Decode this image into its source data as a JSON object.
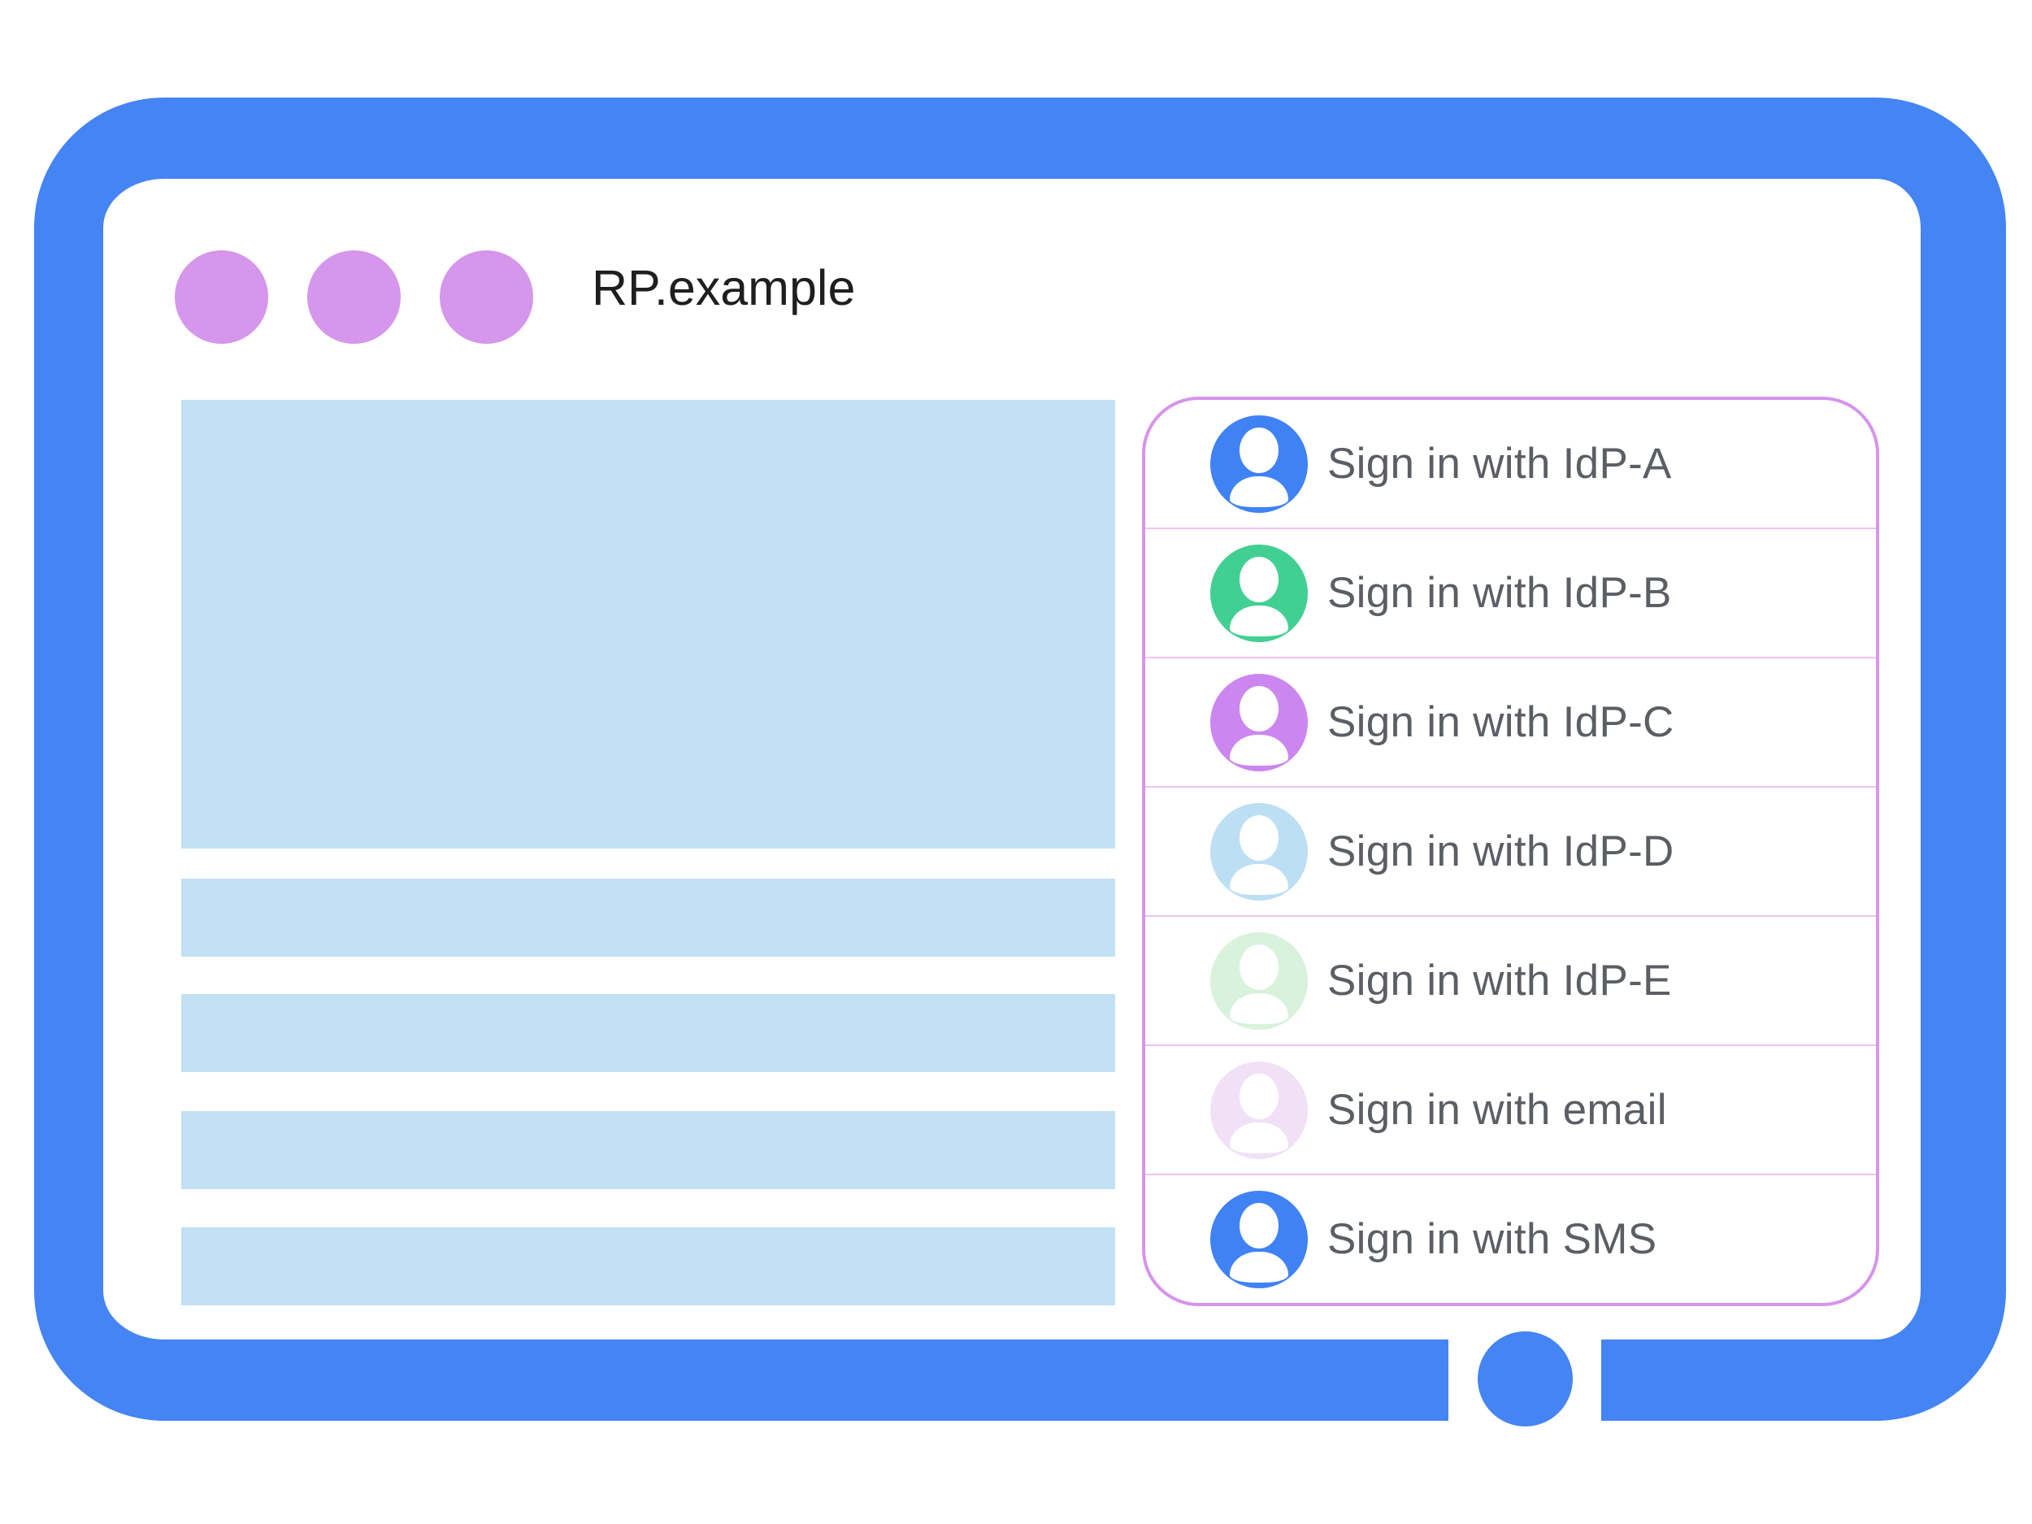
{
  "window": {
    "title": "RP.example",
    "dots_count": 3
  },
  "signin": {
    "options": [
      {
        "label": "Sign in with IdP-A",
        "avatar_color": "#3f82f4"
      },
      {
        "label": "Sign in with IdP-B",
        "avatar_color": "#41d092"
      },
      {
        "label": "Sign in with IdP-C",
        "avatar_color": "#cc86ef"
      },
      {
        "label": "Sign in with IdP-D",
        "avatar_color": "#bddff4"
      },
      {
        "label": "Sign in with IdP-E",
        "avatar_color": "#d8f2db"
      },
      {
        "label": "Sign in with email",
        "avatar_color": "#f0e1f7"
      },
      {
        "label": "Sign in with SMS",
        "avatar_color": "#3f82f4"
      }
    ]
  },
  "colors": {
    "background": "#ffffff",
    "frame_blue": "#4484f3",
    "dot_purple": "#d596ec",
    "panel_border": "#d694ec",
    "separator": "#efc3ef",
    "placeholder_blue": "#c2e1f3",
    "label_gray": "#5b5e63",
    "title_black": "#1f1f1f",
    "avatar_glyph": "#ffffff"
  }
}
